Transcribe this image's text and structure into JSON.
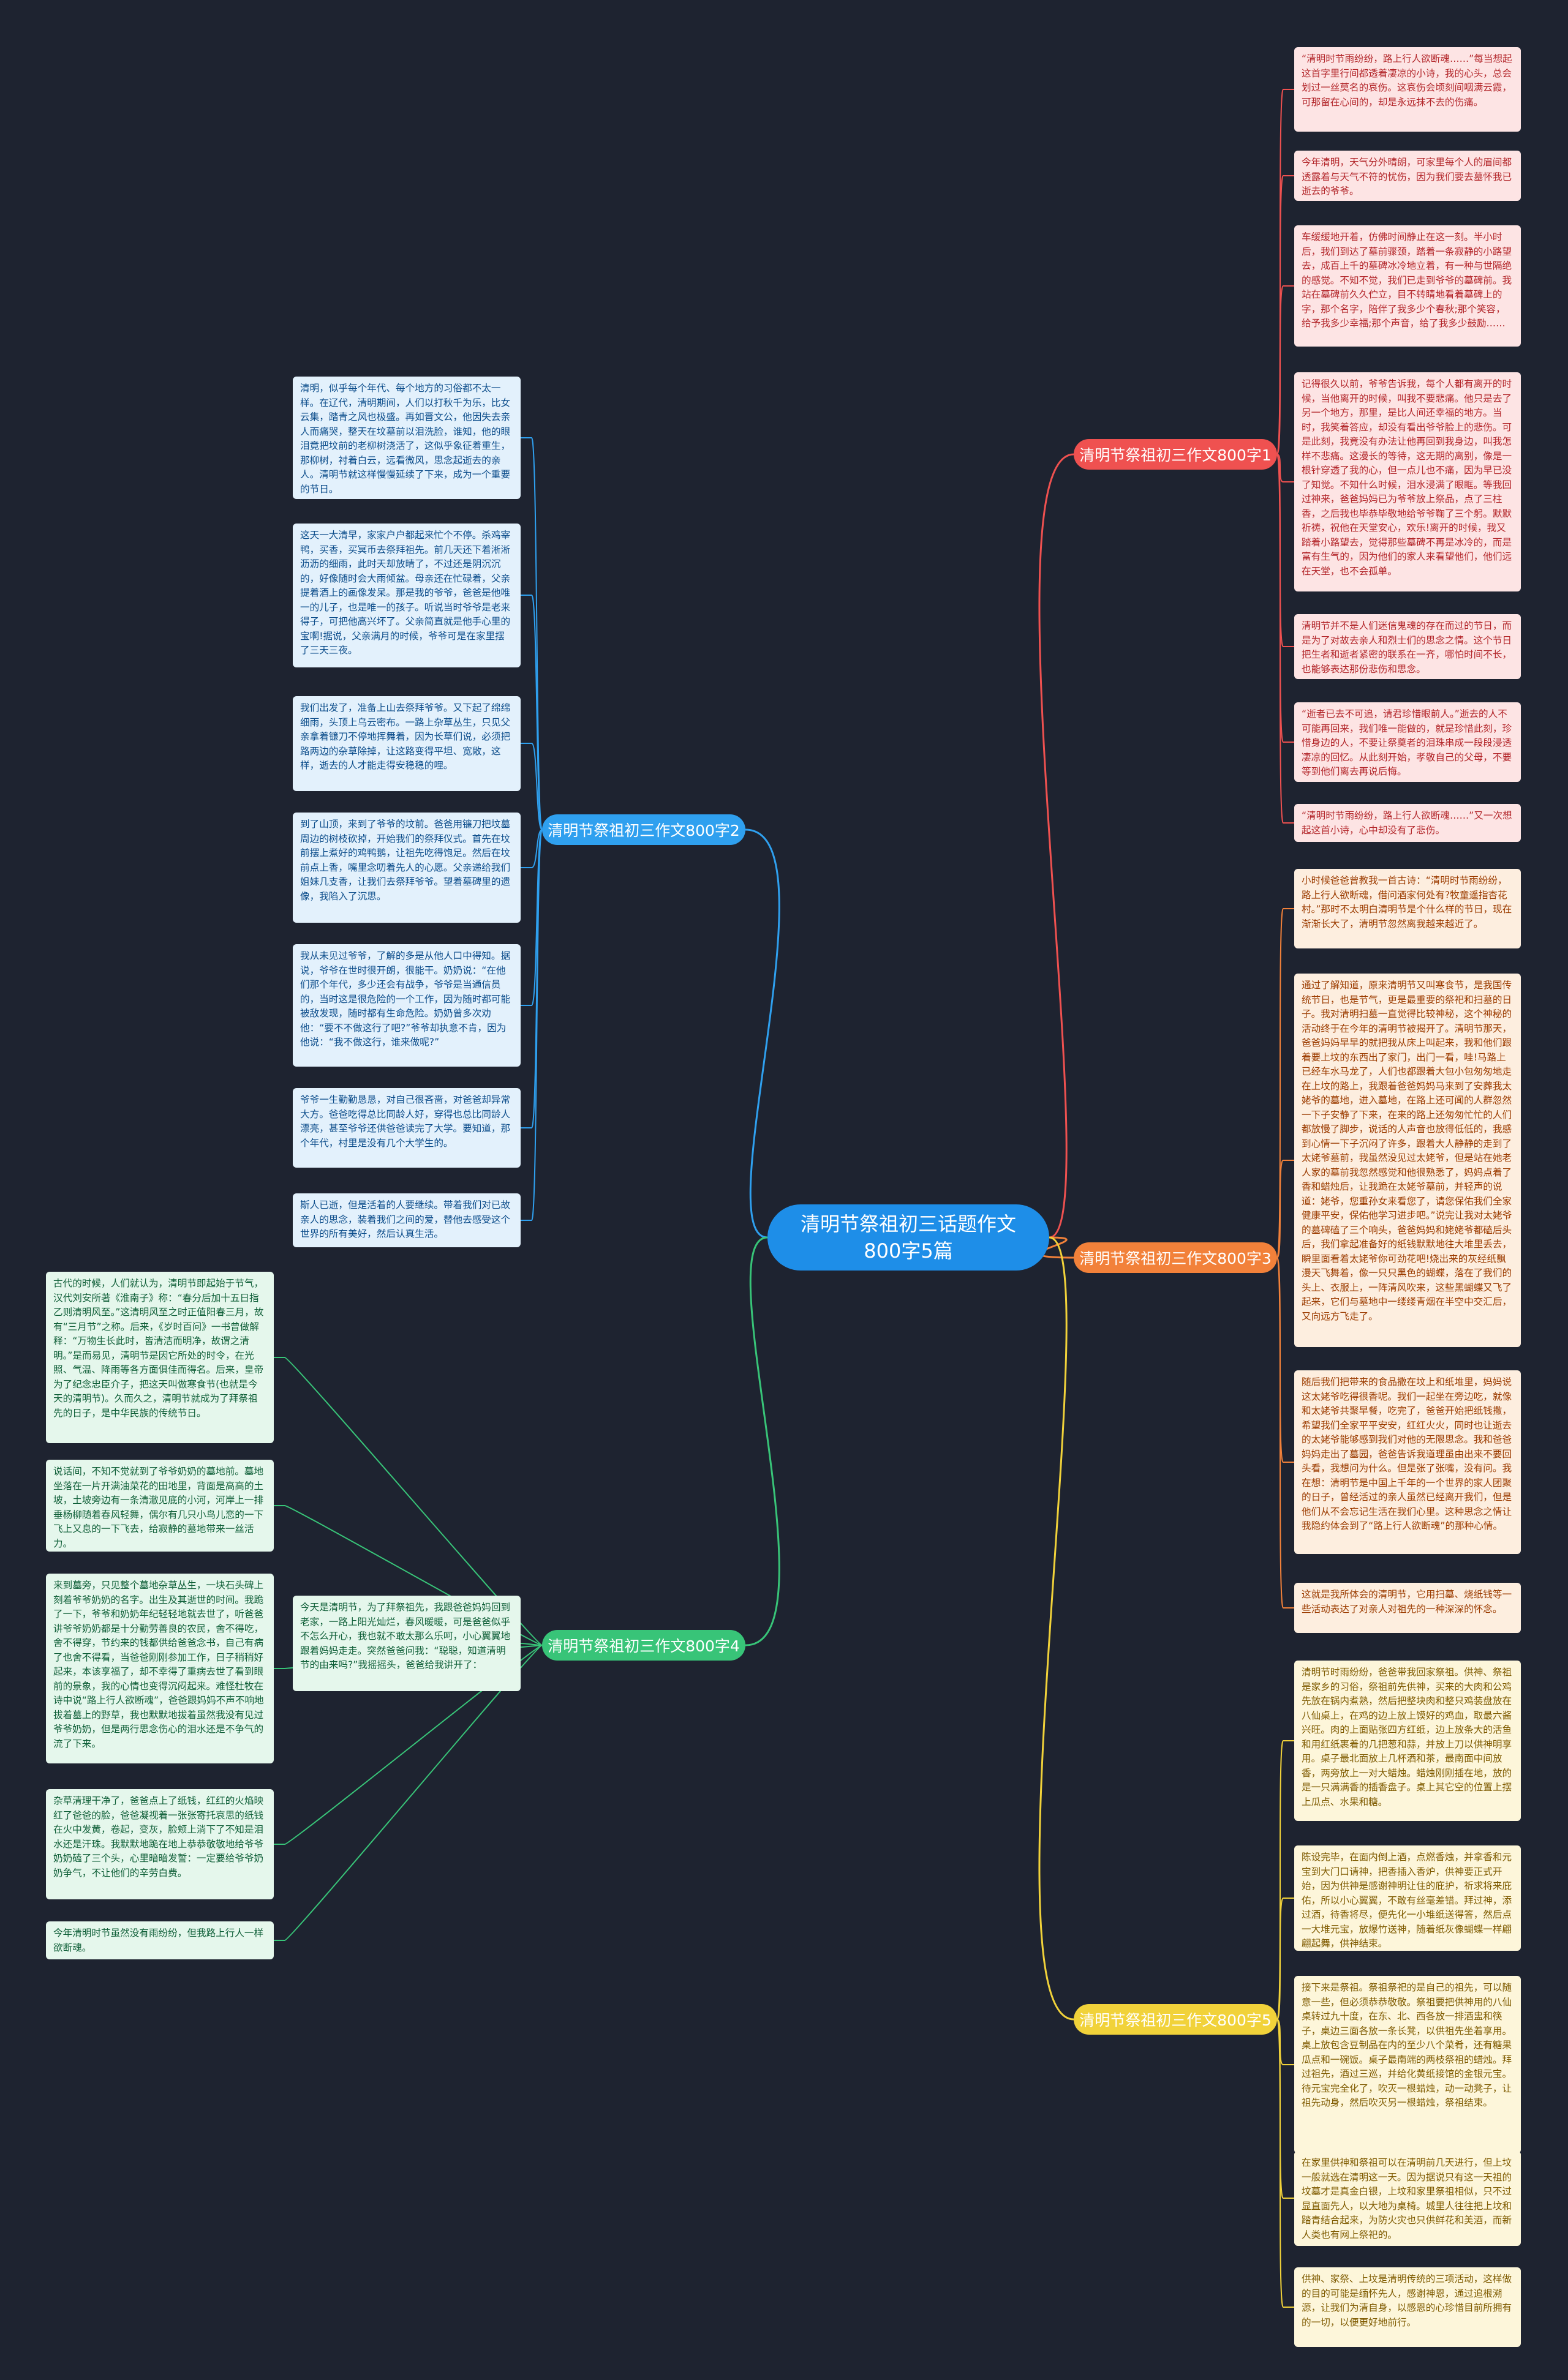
{
  "root": {
    "label": "清明节祭祖初三话题作文800字5篇"
  },
  "colors": {
    "background": "#1e2330",
    "root": "#1e8ee8",
    "b1": "#ef5150",
    "b2": "#2fa0ef",
    "b3": "#f2813a",
    "b4": "#38c478",
    "b5": "#f1d23a"
  },
  "branches": [
    {
      "label": "清明节祭祖初三作文800字1",
      "leaves": [
        "“清明时节雨纷纷，路上行人欲断魂……”每当想起这首字里行间都透着凄凉的小诗，我的心头，总会划过一丝莫名的哀伤。这哀伤会顷刻间咽满云霞，可那留在心间的，却是永远抹不去的伤痛。",
        "今年清明，天气分外晴朗，可家里每个人的眉间都透露着与天气不符的忧伤，因为我们要去墓怀我已逝去的爷爷。",
        "车缓缓地开着，仿佛时间静止在这一刻。半小时后，我们到达了墓前骤颈，踏着一条寂静的小路望去，成百上千的墓碑冰冷地立着，有一种与世隔绝的感觉。不知不觉，我们已走到爷爷的墓碑前。我站在墓碑前久久伫立，目不转睛地看着墓碑上的字，那个名字，陪伴了我多少个春秋;那个笑容，给予我多少幸福;那个声音，给了我多少鼓励……",
        "记得很久以前，爷爷告诉我，每个人都有离开的时候，当他离开的时候，叫我不要悲痛。他只是去了另一个地方，那里，是比人间还幸福的地方。当时，我笑着答应，却没有看出爷爷脸上的悲伤。可是此刻，我竟没有办法让他再回到我身边，叫我怎样不悲痛。这漫长的等待，这无期的离别，像是一根针穿透了我的心，但一点儿也不痛，因为早已没了知觉。不知什么时候，泪水浸满了眼眶。等我回过神来，爸爸妈妈已为爷爷放上祭品，点了三柱香，之后我也毕恭毕敬地给爷爷鞠了三个躬。默默祈祷，祝他在天堂安心，欢乐!离开的时候，我又踏着小路望去，觉得那些墓碑不再是冰冷的，而是富有生气的，因为他们的家人来看望他们，他们远在天堂，也不会孤单。",
        "清明节并不是人们迷信鬼魂的存在而过的节日，而是为了对故去亲人和烈士们的思念之情。这个节日把生者和逝者紧密的联系在一齐，哪怕时间不长，也能够表达那份悲伤和思念。",
        "“逝者已去不可追，请君珍惜眼前人。”逝去的人不可能再回来，我们唯一能做的，就是珍惜此刻，珍惜身边的人，不要让祭奠者的泪珠串成一段段浸透凄凉的回忆。从此刻开始，孝敬自己的父母，不要等到他们离去再说后悔。",
        "“清明时节雨纷纷，路上行人欲断魂……”又一次想起这首小诗，心中却没有了悲伤。"
      ]
    },
    {
      "label": "清明节祭祖初三作文800字2",
      "leaves": [
        "清明，似乎每个年代、每个地方的习俗都不太一样。在辽代，清明期间，人们以打秋千为乐，比女云集，踏青之风也极盛。再如晋文公，他因失去亲人而痛哭，整天在坟墓前以泪洗脸，谁知，他的眼泪竟把坟前的老柳树浇活了，这似乎象征着重生，那柳树，衬着白云，远看微风，思念起逝去的亲人。清明节就这样慢慢延续了下来，成为一个重要的节日。",
        "这天一大清早，家家户户都起来忙个不停。杀鸡宰鸭，买香，买冥币去祭拜祖先。前几天还下着淅淅沥沥的细雨，此时天却放晴了，不过还是阴沉沉的，好像随时会大雨倾盆。母亲还在忙碌着，父亲提着酒上的画像发呆。那是我的爷爷，爸爸是他唯一的儿子，也是唯一的孩子。听说当时爷爷是老来得子，可把他高兴坏了。父亲简直就是他手心里的宝啊!据说，父亲满月的时候，爷爷可是在家里摆了三天三夜。",
        "我们出发了，准备上山去祭拜爷爷。又下起了绵绵细雨，头顶上乌云密布。一路上杂草丛生，只见父亲拿着镰刀不停地挥舞着，因为长草们说，必须把路两边的杂草除掉，让这路变得平坦、宽敞，这样，逝去的人才能走得安稳稳的哩。",
        "到了山顶，来到了爷爷的坟前。爸爸用镰刀把坟墓周边的树枝砍掉，开始我们的祭拜仪式。首先在坟前摆上煮好的鸡鸭鹅，让祖先吃得饱足。然后在坟前点上香，嘴里念叨着先人的心愿。父亲递给我们姐妹几支香，让我们去祭拜爷爷。望着墓碑里的遗像，我陷入了沉思。",
        "我从未见过爷爷，了解的多是从他人口中得知。据说，爷爷在世时很开朗，很能干。奶奶说：“在他们那个年代，多少还会有战争，爷爷是当通信员的，当时这是很危险的一个工作，因为随时都可能被敌发现，随时都有生命危险。奶奶曾多次劝他：“要不不做这行了吧?”爷爷却执意不肯，因为他说：“我不做这行，谁来做呢?”",
        "爷爷一生勤勤恳恳，对自己很吝啬，对爸爸却异常大方。爸爸吃得总比同龄人好，穿得也总比同龄人漂亮，甚至爷爷还供爸爸读完了大学。要知道，那个年代，村里是没有几个大学生的。",
        "斯人已逝，但是活着的人要继续。带着我们对已故亲人的思念，装着我们之间的爱，替他去感受这个世界的所有美好，然后认真生活。"
      ]
    },
    {
      "label": "清明节祭祖初三作文800字3",
      "leaves": [
        "小时候爸爸曾教我一首古诗：“清明时节雨纷纷，路上行人欲断魂，借问酒家何处有?牧童遥指杏花村。”那时不太明白清明节是个什么样的节日，现在渐渐长大了，清明节忽然离我越来越近了。",
        "通过了解知道，原来清明节又叫寒食节，是我国传统节日，也是节气，更是最重要的祭祀和扫墓的日子。我对清明扫墓一直觉得比较神秘，这个神秘的活动终于在今年的清明节被揭开了。清明节那天，爸爸妈妈早早的就把我从床上叫起来，我和他们跟着要上坟的东西出了家门，出门一看，哇!马路上已经车水马龙了，人们也都跟着大包小包匆匆地走在上坟的路上，我跟着爸爸妈妈马来到了安葬我太姥爷的墓地，进入墓地，在路上还可闻的人群忽然一下子安静了下来，在来的路上还匆匆忙忙的人们都放慢了脚步，说话的人声音也放得低低的，我感到心情一下子沉闷了许多，跟着大人静静的走到了太姥爷墓前，我虽然没见过太姥爷，但是站在她老人家的墓前我忽然感觉和他很熟悉了，妈妈点着了香和蜡烛后，让我跪在太姥爷墓前，并轻声的说道：姥爷，您重孙女来看您了，请您保佑我们全家健康平安，保佑他学习进步吧。”说完让我对太姥爷的墓碑磕了三个响头，爸爸妈妈和姥姥爷都磕后头后，我们拿起准备好的纸钱默默地往大堆里丢去，瞬里面看着太姥爷你可劲花吧!烧出来的灰经纸飘漫天飞舞着，像一只只黑色的蝴蝶，落在了我们的头上、衣服上，一阵清风吹来，这些黑蝴蝶又飞了起来，它们与墓地中一缕缕青烟在半空中交汇后，又向远方飞走了。",
        "随后我们把带来的食品撒在坟上和纸堆里，妈妈说这太姥爷吃得很香呢。我们一起坐在旁边吃，就像和太姥爷共聚早餐，吃完了，爸爸开始把纸钱撒，希望我们全家平平安安，红红火火，同时也让逝去的太姥爷能够感到我们对他的无限思念。我和爸爸妈妈走出了墓园，爸爸告诉我道理虽由出来不要回头看，我想问为什么。但是张了张嘴，没有问。我在想：清明节是中国上千年的一个世界的家人团聚的日子，曾经活过的亲人虽然已经离开我们，但是他们从不会忘记生活在我们心里。这种思念之情让我隐约体会到了“路上行人欲断魂”的那种心情。",
        "这就是我所体会的清明节，它用扫墓、烧纸钱等一些活动表达了对亲人对祖先的一种深深的怀念。"
      ]
    },
    {
      "label": "清明节祭祖初三作文800字4",
      "leaves": [
        "古代的时候，人们就认为，清明节即起始于节气，汉代刘安所著《淮南子》称：“春分后加十五日指乙则清明风至。”这清明风至之时正值阳春三月，故有“三月节”之称。后来，《岁时百问》一书曾做解释：“万物生长此时，皆清洁而明净，故谓之清明。”是而易见，清明节是因它所处的时令，在光照、气温、降雨等各方面俱佳而得名。后来，皇帝为了纪念忠臣介子，把这天叫做寒食节(也就是今天的清明节)。久而久之，清明节就成为了拜祭祖先的日子，是中华民族的传统节日。",
        "说话间，不知不觉就到了爷爷奶奶的墓地前。墓地坐落在一片开满油菜花的田地里，背面是高高的土坡，土坡旁边有一条清澈见底的小河，河岸上一排垂杨柳随着春风轻舞，偶尔有几只小鸟儿恋的一下飞上又息的一下飞去，给寂静的墓地带来一丝活力。",
        "来到墓旁，只见整个墓地杂草丛生，一块石头碑上刻着爷爷奶奶的名字。出生及其逝世的时间。我跪了一下，爷爷和奶奶年纪轻轻地就去世了，听爸爸讲爷爷奶奶都是十分勤劳善良的农民，舍不得吃，舍不得穿，节约来的钱都供给爸爸念书，自己有病了也舍不得看，当爸爸刚刚参加工作，日子稍稍好起来，本该享福了，却不幸得了重病去世了看到眼前的景象，我的心情也变得沉闷起来。难怪杜牧在诗中说“路上行人欲断魂”，爸爸跟妈妈不声不响地拔着墓上的野草，我也默默地拔着虽然我没有见过爷爷奶奶，但是两行思念伤心的泪水还是不争气的流了下来。",
        "杂草清理干净了，爸爸点上了纸钱，红红的火焰映红了爸爸的脸，爸爸凝视着一张张寄托哀思的纸钱在火中发黄，卷起，变灰，脸颊上淌下了不知是泪水还是汗珠。我默默地跪在地上恭恭敬敬地给爷爷奶奶磕了三个头，心里暗暗发誓：一定要给爷爷奶奶争气，不让他们的辛劳白费。",
        "今年清明时节虽然没有雨纷纷，但我路上行人一样欲断魂。",
        "今天是清明节，为了拜祭祖先，我跟爸爸妈妈回到老家，一路上阳光灿烂，春风暖暖，可是爸爸似乎不怎么开心，我也就不敢太那么乐呵，小心翼翼地跟着妈妈走走。突然爸爸问我：“聪聪，知道清明节的由来吗?”我摇摇头，爸爸给我讲开了："
      ]
    },
    {
      "label": "清明节祭祖初三作文800字5",
      "leaves": [
        "清明节时雨纷纷，爸爸带我回家祭祖。供神、祭祖是家乡的习俗，祭祖前先供神，买来的大肉和公鸡先放在锅内煮熟，然后把整块肉和整只鸡装盘放在八仙桌上，在鸡的边上放上馍好的鸡血，取最六酱兴旺。肉的上面贴张四方红纸，边上放条大的活鱼和用红纸裹着的几把葱和蒜，并放上刀以供神明享用。桌子最北面放上几杯酒和茶，最南面中间放香，两旁放上一对大蜡烛。蜡烛刚刚插在地，放的是一只满满香的插香盘子。桌上其它空的位置上摆上瓜点、水果和糖。",
        "陈设完毕，在面内倒上酒，点燃香烛，并拿香和元宝到大门口请神，把香插入香炉，供神要正式开始，因为供神是感谢神明让住的庇护，祈求将来庇佑，所以小心翼翼，不敢有丝毫差错。拜过神，添过酒，待香将尽，便先化一小堆纸送得答，然后点一大堆元宝，放爆竹送神，随着纸灰像蝴蝶一样翩翩起舞，供神结束。",
        "接下来是祭祖。祭祖祭祀的是自己的祖先，可以随意一些，但必须恭恭敬敬。祭祖要把供神用的八仙桌转过九十度，在东、北、西各放一排酒盅和筷子，桌边三面各放一条长凳，以供祖先坐着享用。桌上放包含豆制品在内的至少八个菜肴，还有糖果瓜点和一碗饭。桌子最南端的两枝祭祖的蜡烛。拜过祖先，酒过三巡，并给化黄纸接馆的金银元宝。待元宝完全化了，吹灭一根蜡烛，动一动凳子，让祖先动身，然后吹灭另一根蜡烛，祭祖结束。",
        "在家里供神和祭祖可以在清明前几天进行，但上坟一般就选在清明这一天。因为据说只有这一天祖的坟墓才是真金白银，上坟和家里祭祖相似，只不过显直面先人，以大地为桌椅。城里人往往把上坟和踏青结合起来，为防火灾也只供鲜花和美酒，而新人类也有网上祭祀的。",
        "供神、家祭、上坟是清明传统的三项活动，这样做的目的可能是缅怀先人，感谢神恩，通过追根溯源，让我们为清自身，以感恩的心珍惜目前所拥有的一切，以便更好地前行。"
      ]
    }
  ]
}
